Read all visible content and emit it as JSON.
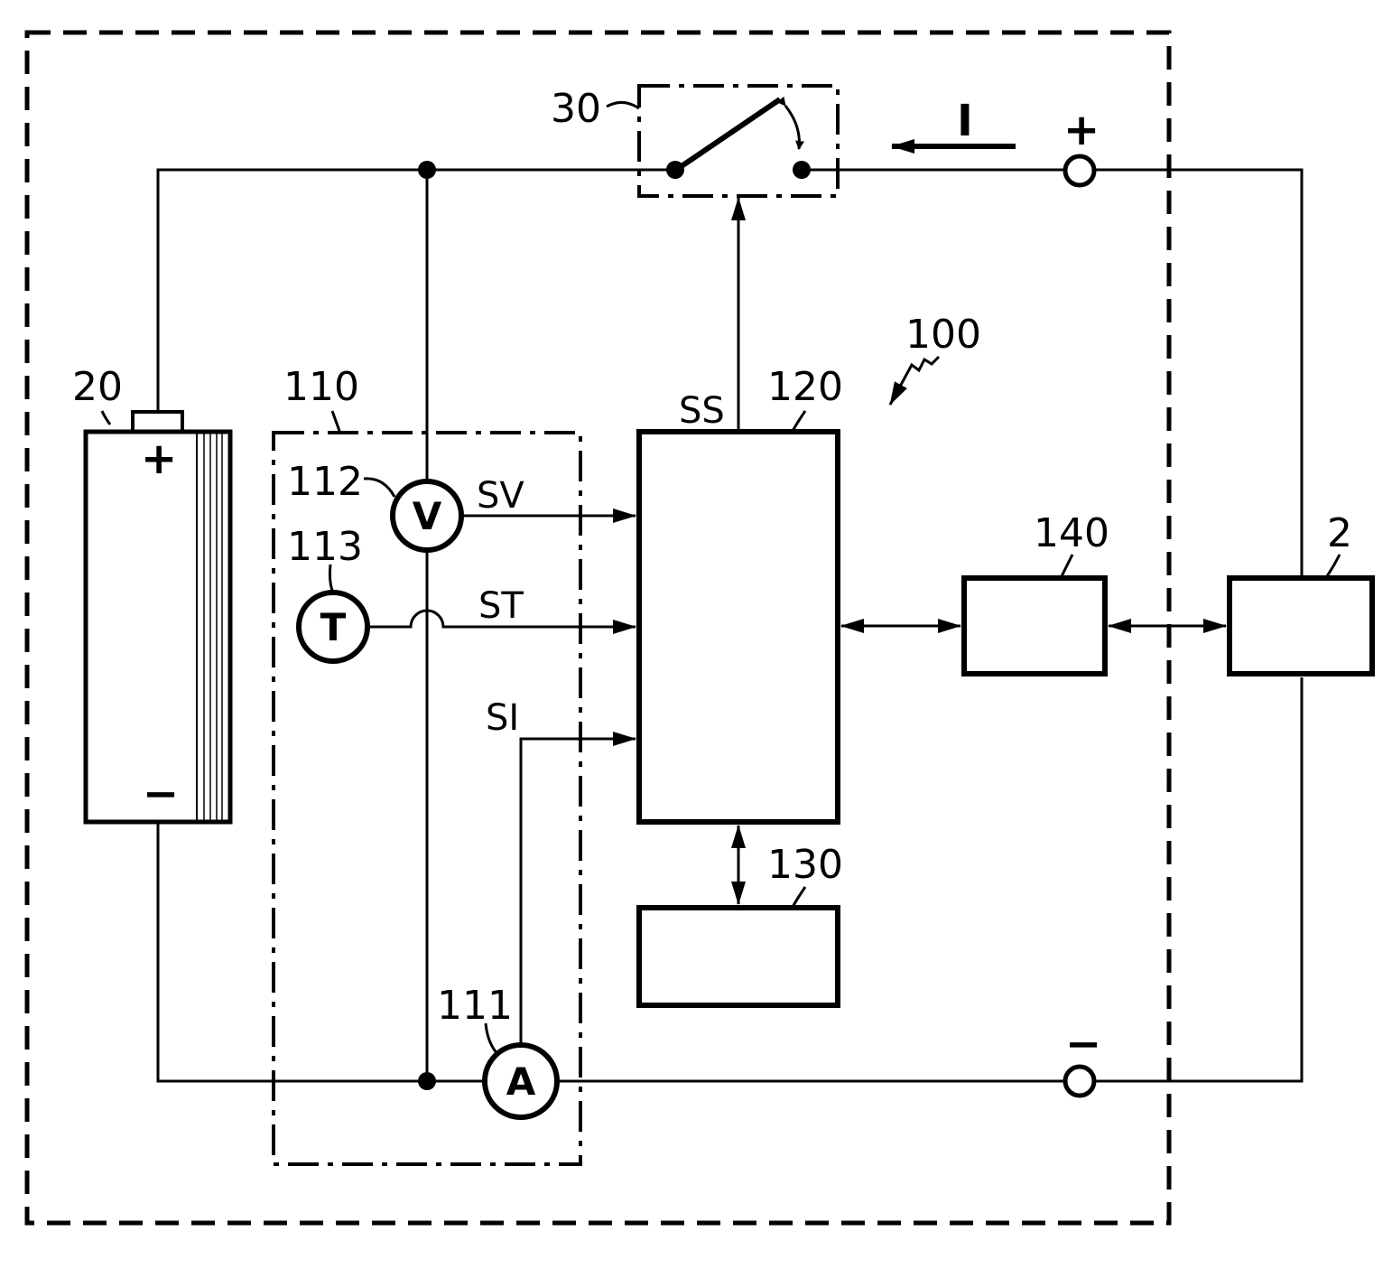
{
  "diagram": {
    "labels": {
      "apparatus": "100",
      "battery": "20",
      "switch": "30",
      "sensing_unit": "110",
      "ammeter": "111",
      "voltmeter": "112",
      "thermometer": "113",
      "controller": "120",
      "memory": "130",
      "communication": "140",
      "external_device": "2"
    },
    "signals": {
      "switch_signal": "SS",
      "voltage_signal": "SV",
      "temperature_signal": "ST",
      "current_signal": "SI"
    },
    "meters": {
      "voltmeter_symbol": "V",
      "thermometer_symbol": "T",
      "ammeter_symbol": "A"
    },
    "polarity": {
      "battery_plus": "+",
      "battery_minus": "−",
      "terminal_plus": "+",
      "terminal_minus": "−"
    },
    "current_label": "I"
  }
}
